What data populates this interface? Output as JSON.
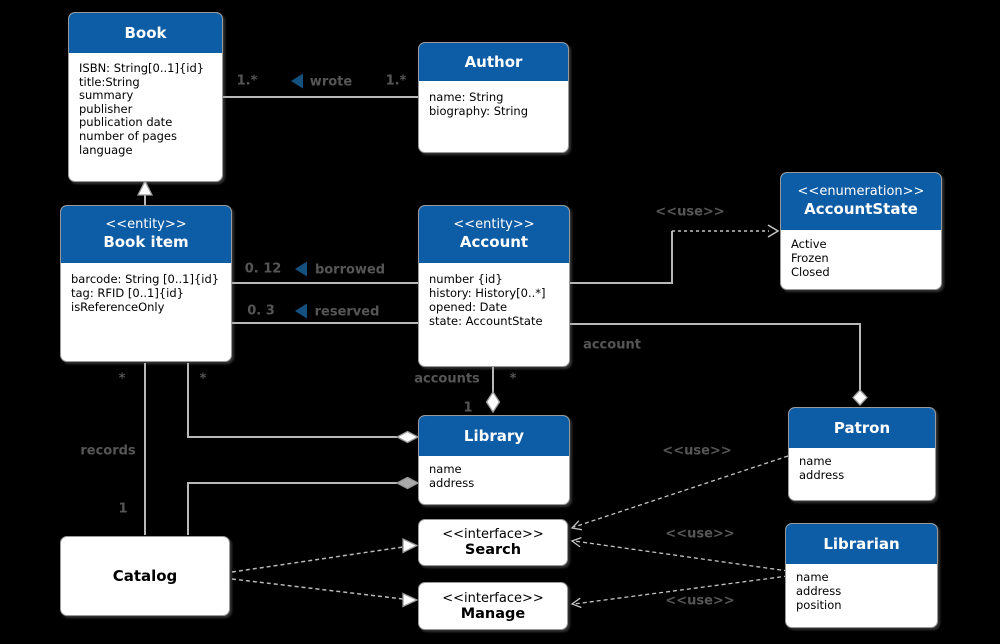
{
  "classes": {
    "book": {
      "name": "Book",
      "attributes": [
        "ISBN: String[0..1]{id}",
        "title:String",
        "summary",
        "publisher",
        "publication date",
        "number of pages",
        "language"
      ]
    },
    "author": {
      "name": "Author",
      "attributes": [
        "name: String",
        "biography: String"
      ]
    },
    "book_item": {
      "stereotype": "<<entity>>",
      "name": "Book item",
      "attributes": [
        "barcode: String [0..1]{id}",
        "tag: RFID [0..1]{id}",
        "isReferenceOnly"
      ]
    },
    "account": {
      "stereotype": "<<entity>>",
      "name": "Account",
      "attributes": [
        "number {id}",
        "history: History[0..*]",
        "opened: Date",
        "state: AccountState"
      ]
    },
    "account_state": {
      "stereotype": "<<enumeration>>",
      "name": "AccountState",
      "attributes": [
        "Active",
        "Frozen",
        "Closed"
      ]
    },
    "library": {
      "name": "Library",
      "attributes": [
        "name",
        "address"
      ]
    },
    "patron": {
      "name": "Patron",
      "attributes": [
        "name",
        "address"
      ]
    },
    "librarian": {
      "name": "Librarian",
      "attributes": [
        "name",
        "address",
        "position"
      ]
    },
    "catalog": {
      "name": "Catalog"
    },
    "search": {
      "stereotype": "<<interface>>",
      "name": "Search"
    },
    "manage": {
      "stereotype": "<<interface>>",
      "name": "Manage"
    }
  },
  "labels": {
    "use": "<<use>>",
    "wrote": "wrote",
    "wrote_book_mult": "1.*",
    "wrote_author_mult": "1.*",
    "borrowed": "borrowed",
    "borrowed_mult": "0. 12",
    "reserved": "reserved",
    "reserved_mult": "0. 3",
    "account": "account",
    "accounts": "accounts",
    "accounts_star_mult": "*",
    "accounts_library_mult": "1",
    "records": "records",
    "records_bookitem_mult": "*",
    "records_catalog_mult": "1",
    "library_bookitem_mult": "*"
  },
  "colors": {
    "background": "#000000",
    "class_header": "#0d5ca6",
    "class_body": "#ffffff",
    "connector": "#b8b8b8",
    "label_text": "#565656",
    "direction_arrow": "#15517f"
  }
}
